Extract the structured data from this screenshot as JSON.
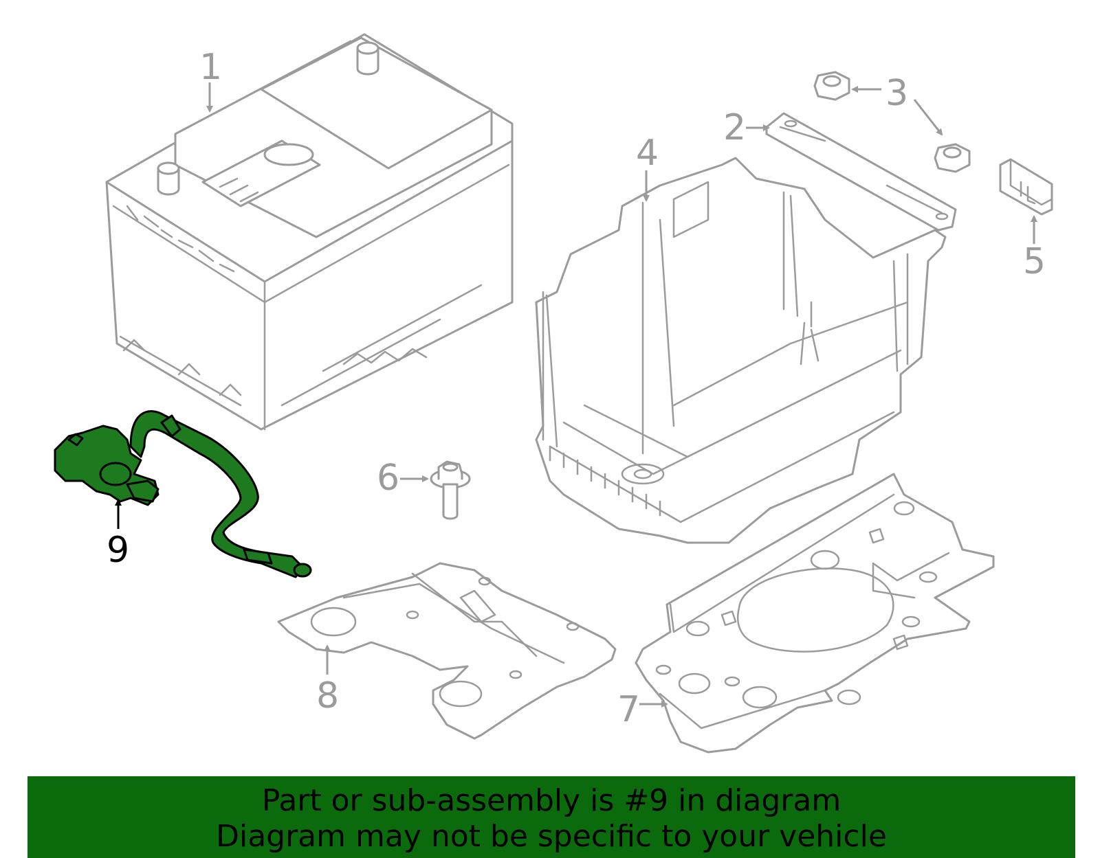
{
  "callouts": {
    "c1": "1",
    "c2": "2",
    "c3": "3",
    "c4": "4",
    "c5": "5",
    "c6": "6",
    "c7": "7",
    "c8": "8",
    "c9": "9"
  },
  "parts": {
    "highlighted_part": "9",
    "highlight_color": "#1e7a1e",
    "outline_color": "#9b9b9b"
  },
  "banner": {
    "line1": "Part or sub-assembly is #9 in diagram",
    "line2": "Diagram may not be specific to your vehicle",
    "background": "#0b6a0b"
  }
}
